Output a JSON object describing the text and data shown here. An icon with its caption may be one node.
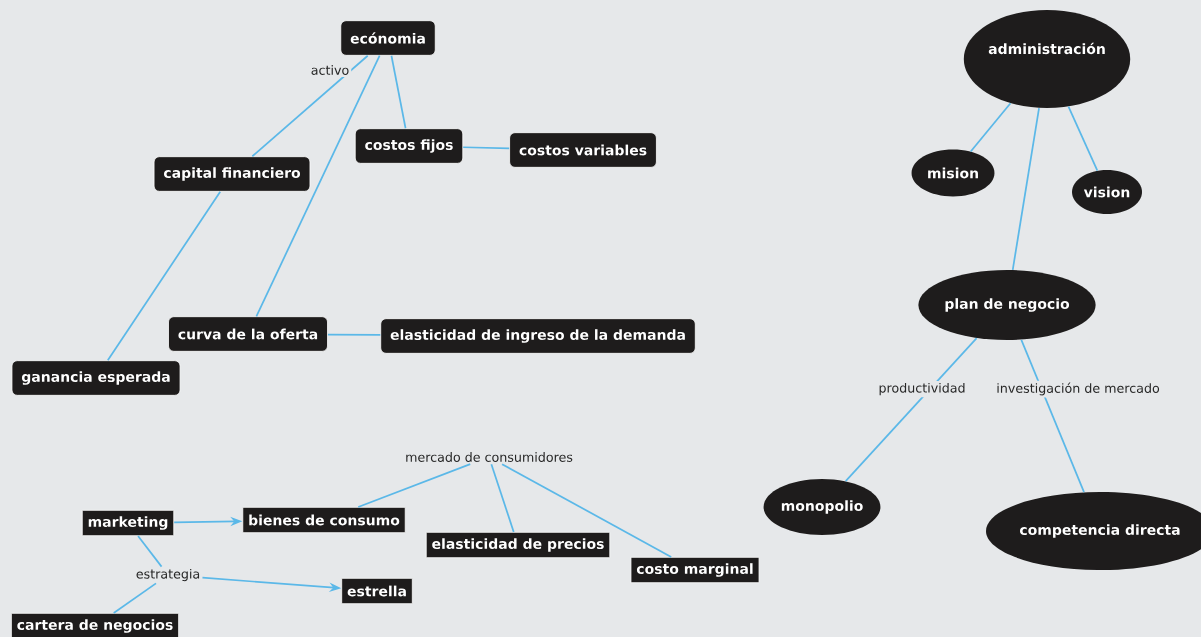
{
  "diagram": {
    "nodes": [
      {
        "text": [
          "ecónomia"
        ]
      },
      {
        "text": [
          "capital financiero"
        ]
      },
      {
        "text": [
          "costos fijos"
        ]
      },
      {
        "text": [
          "costos variables"
        ]
      },
      {
        "text": [
          "curva de la oferta"
        ]
      },
      {
        "text": [
          "elasticidad de ingreso de la demanda"
        ]
      },
      {
        "text": [
          "ganancia esperada"
        ]
      },
      {
        "text": [
          "administración"
        ]
      },
      {
        "text": [
          "mision"
        ]
      },
      {
        "text": [
          "vision"
        ]
      },
      {
        "text": [
          "plan de negocio"
        ]
      },
      {
        "text": [
          "monopolio"
        ]
      },
      {
        "text": [
          "competencia directa"
        ]
      },
      {
        "text": [
          "marketing"
        ]
      },
      {
        "text": [
          "bienes de consumo"
        ]
      },
      {
        "text": [
          "elasticidad de precios"
        ]
      },
      {
        "text": [
          "costo marginal"
        ]
      },
      {
        "text": [
          "estrella"
        ]
      },
      {
        "text": [
          "cartera de negocios"
        ]
      },
      {
        "text": [
          "mercado de consumidores"
        ]
      },
      {
        "text": [
          "estrategia"
        ]
      }
    ],
    "edges": [
      {
        "from": 0,
        "to": 1,
        "arrow": "none",
        "label": "activo"
      },
      {
        "from": 0,
        "to": 2,
        "arrow": "none"
      },
      {
        "from": 0,
        "to": 4,
        "arrow": "none"
      },
      {
        "from": 2,
        "to": 3,
        "arrow": "none"
      },
      {
        "from": 1,
        "to": 6,
        "arrow": "none"
      },
      {
        "from": 4,
        "to": 5,
        "arrow": "none"
      },
      {
        "from": 7,
        "to": 8,
        "arrow": "none"
      },
      {
        "from": 7,
        "to": 10,
        "arrow": "none"
      },
      {
        "from": 7,
        "to": 9,
        "arrow": "none"
      },
      {
        "from": 10,
        "to": 11,
        "arrow": "none",
        "label": "productividad"
      },
      {
        "from": 10,
        "to": 12,
        "arrow": "none",
        "label": "investigación de mercado"
      },
      {
        "from": 19,
        "to": 14,
        "arrow": "none"
      },
      {
        "from": 19,
        "to": 15,
        "arrow": "none"
      },
      {
        "from": 19,
        "to": 16,
        "arrow": "none"
      },
      {
        "from": 13,
        "to": 14,
        "arrow": "to"
      },
      {
        "from": 13,
        "to": 20,
        "arrow": "none"
      },
      {
        "from": 20,
        "to": 18,
        "arrow": "none"
      },
      {
        "from": 20,
        "to": 17,
        "arrow": "to"
      }
    ]
  }
}
